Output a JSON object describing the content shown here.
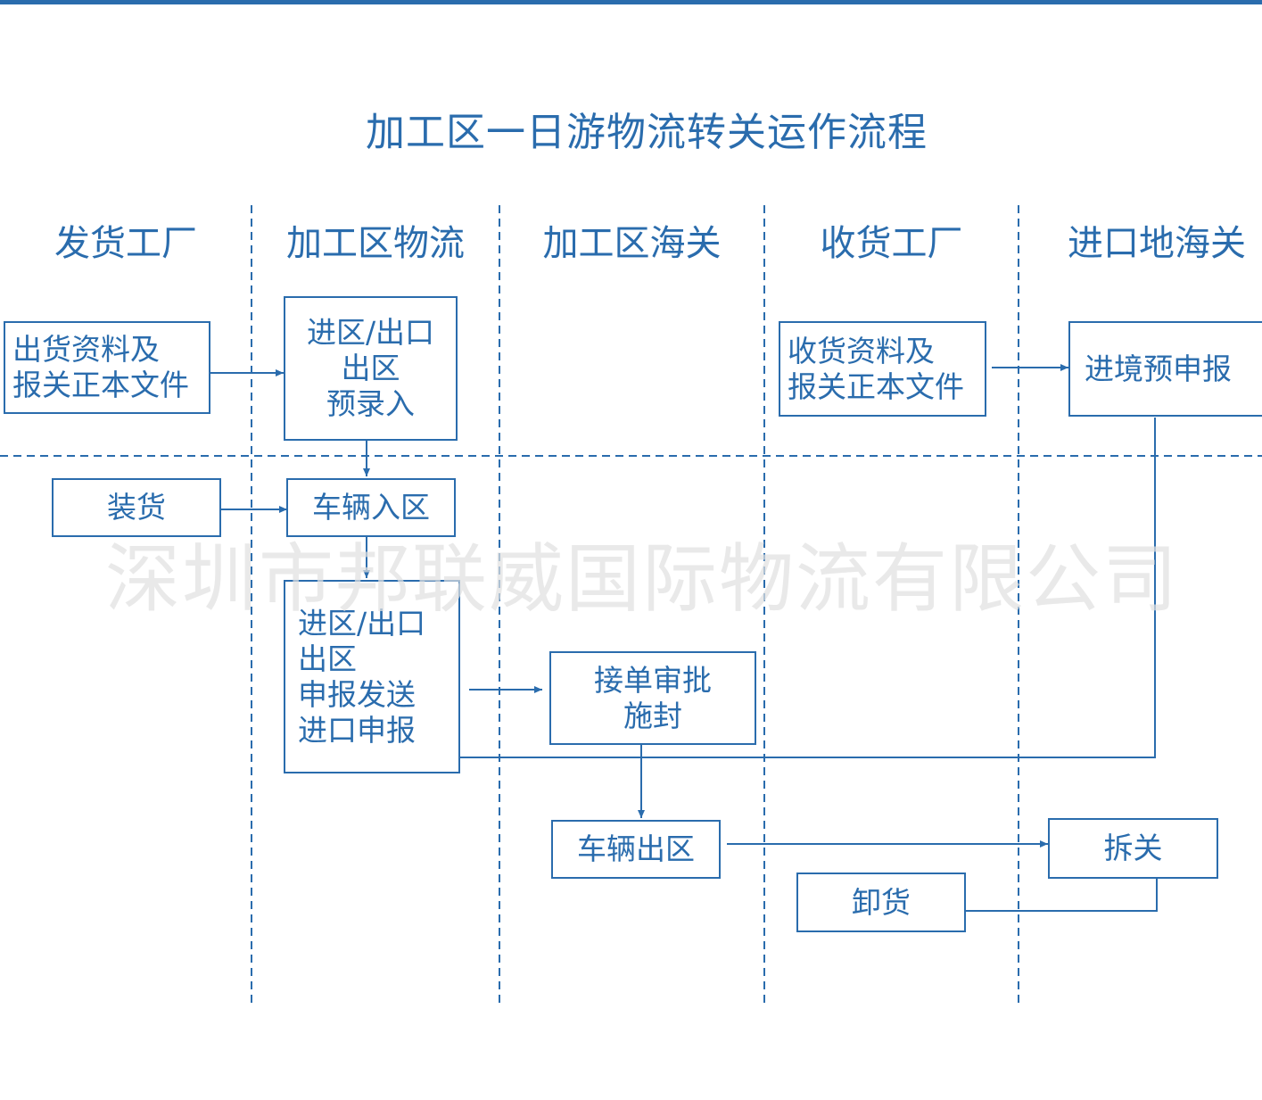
{
  "title": "加工区一日游物流转关运作流程",
  "lanes": [
    "发货工厂",
    "加工区物流",
    "加工区海关",
    "收货工厂",
    "进口地海关"
  ],
  "boxes": {
    "shipping_docs": "出货资料及\n报关正本文件",
    "pre_entry": "进区/出口\n出区\n预录入",
    "receiving_docs": "收货资料及\n报关正本文件",
    "entry_pre_declaration": "进境预申报",
    "loading": "装货",
    "vehicle_enter": "车辆入区",
    "declaration_send": "进区/出口\n出区\n申报发送\n进口申报",
    "approve_seal": "接单审批\n施封",
    "vehicle_exit": "车辆出区",
    "unseal": "拆关",
    "unloading": "卸货"
  },
  "watermark": "深圳市邦联威国际物流有限公司",
  "colors": {
    "primary": "#2a6cad",
    "watermark": "#e1e1e1"
  }
}
